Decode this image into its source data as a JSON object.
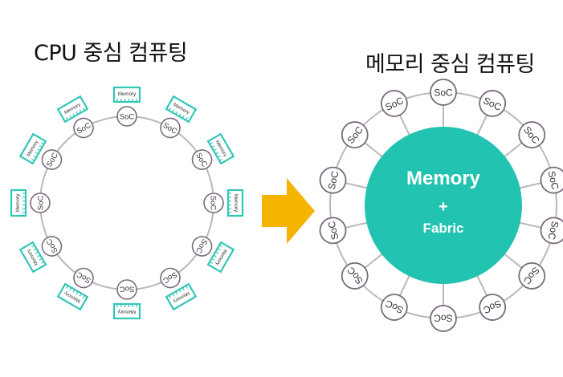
{
  "left_title": "CPU 중심 컴퓨팅",
  "right_title": "메모리 중심 컴퓨팅",
  "left_diagram": {
    "node_label": "SoC",
    "module_label": "Memory",
    "node_count": 12
  },
  "right_diagram": {
    "node_label": "SoC",
    "node_count": 14,
    "center_lines": [
      "Memory",
      "+",
      "Fabric"
    ]
  },
  "colors": {
    "accent": "#33c6b7",
    "center_fill": "#22c3b0",
    "ring": "#b9b9b9",
    "node_border": "#7a6a7e",
    "arrow": "#f4b400",
    "text": "#111111"
  }
}
